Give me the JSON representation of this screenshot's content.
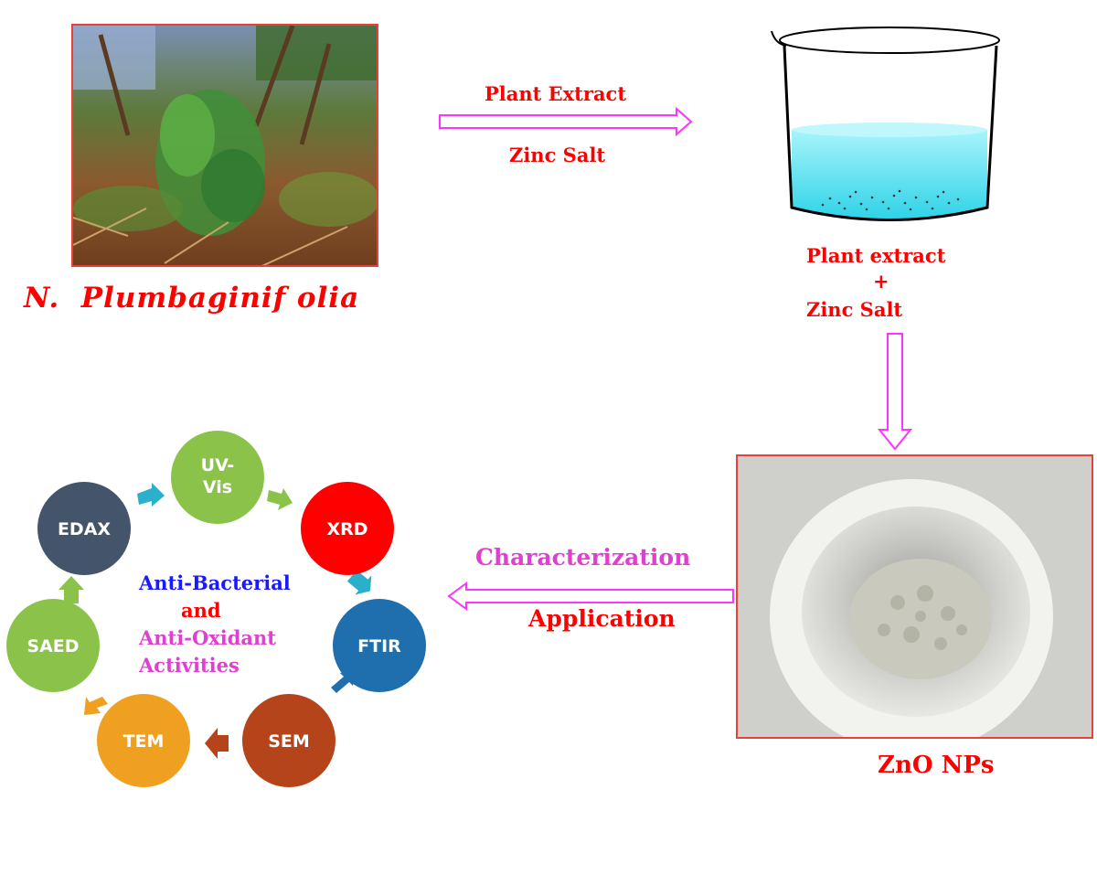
{
  "plant": {
    "name_prefix": "N.",
    "name_main": "Plumbaginif olia"
  },
  "step1": {
    "arrow_top_label": "Plant Extract",
    "arrow_bottom_label": "Zinc Salt"
  },
  "beaker": {
    "label_line1": "Plant extract",
    "label_line2": "+",
    "label_line3": "Zinc Salt"
  },
  "product": {
    "label": "ZnO NPs"
  },
  "step3": {
    "arrow_top_label": "Characterization",
    "arrow_bottom_label": "Application"
  },
  "cycle": {
    "nodes": [
      {
        "id": "uvvis",
        "line1": "UV-",
        "line2": "Vis",
        "color": "#8bc34a"
      },
      {
        "id": "xrd",
        "line1": "XRD",
        "line2": "",
        "color": "#ff0000"
      },
      {
        "id": "ftir",
        "line1": "FTIR",
        "line2": "",
        "color": "#1f6fae"
      },
      {
        "id": "sem",
        "line1": "SEM",
        "line2": "",
        "color": "#b5441a"
      },
      {
        "id": "tem",
        "line1": "TEM",
        "line2": "",
        "color": "#f0a020"
      },
      {
        "id": "saed",
        "line1": "SAED",
        "line2": "",
        "color": "#8bc34a"
      },
      {
        "id": "edax",
        "line1": "EDAX",
        "line2": "",
        "color": "#44546a"
      }
    ],
    "center_line1": "Anti-Bacterial",
    "center_line2": "and",
    "center_line3": "Anti-Oxidant",
    "center_line4": "Activities"
  },
  "colors": {
    "label_red": "#ff0000",
    "arrow_magenta": "#ff33ff",
    "center_blue": "#1a1aff",
    "center_magenta": "#e040d0"
  }
}
